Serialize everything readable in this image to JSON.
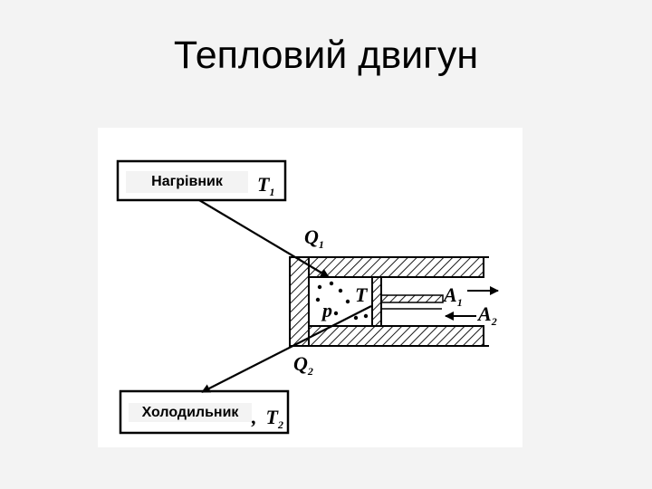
{
  "slide": {
    "title": "Тепловий двигун"
  },
  "diagram": {
    "heater": {
      "label": "Нагрівник",
      "temperature": "T",
      "temperature_index": "1"
    },
    "cooler": {
      "label": "Холодильник",
      "separator": ",",
      "temperature": "T",
      "temperature_index": "2"
    },
    "heat_in": {
      "symbol": "Q",
      "index": "1"
    },
    "heat_out": {
      "symbol": "Q",
      "index": "2"
    },
    "gas": {
      "pressure": "p",
      "temperature": "T"
    },
    "work_out": {
      "symbol": "A",
      "index": "1"
    },
    "work_in": {
      "symbol": "A",
      "index": "2"
    },
    "colors": {
      "background": "#f3f3f3",
      "canvas": "#ffffff",
      "ink": "#000000"
    }
  }
}
